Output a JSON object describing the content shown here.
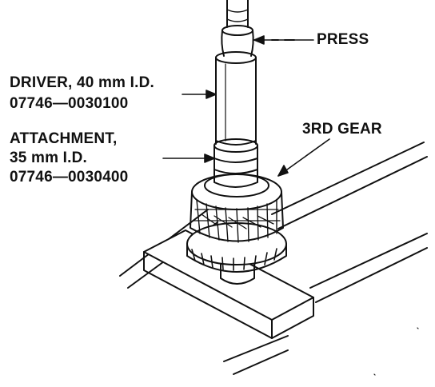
{
  "colors": {
    "ink": "#111111",
    "paper": "#ffffff"
  },
  "labels": {
    "press": "PRESS",
    "driver": {
      "line1": "DRIVER, 40 mm I.D.",
      "line2": "07746—0030100"
    },
    "attachment": {
      "line1": "ATTACHMENT,",
      "line2": "35 mm I.D.",
      "line3": "07746—0030400"
    },
    "gear": "3RD GEAR"
  }
}
